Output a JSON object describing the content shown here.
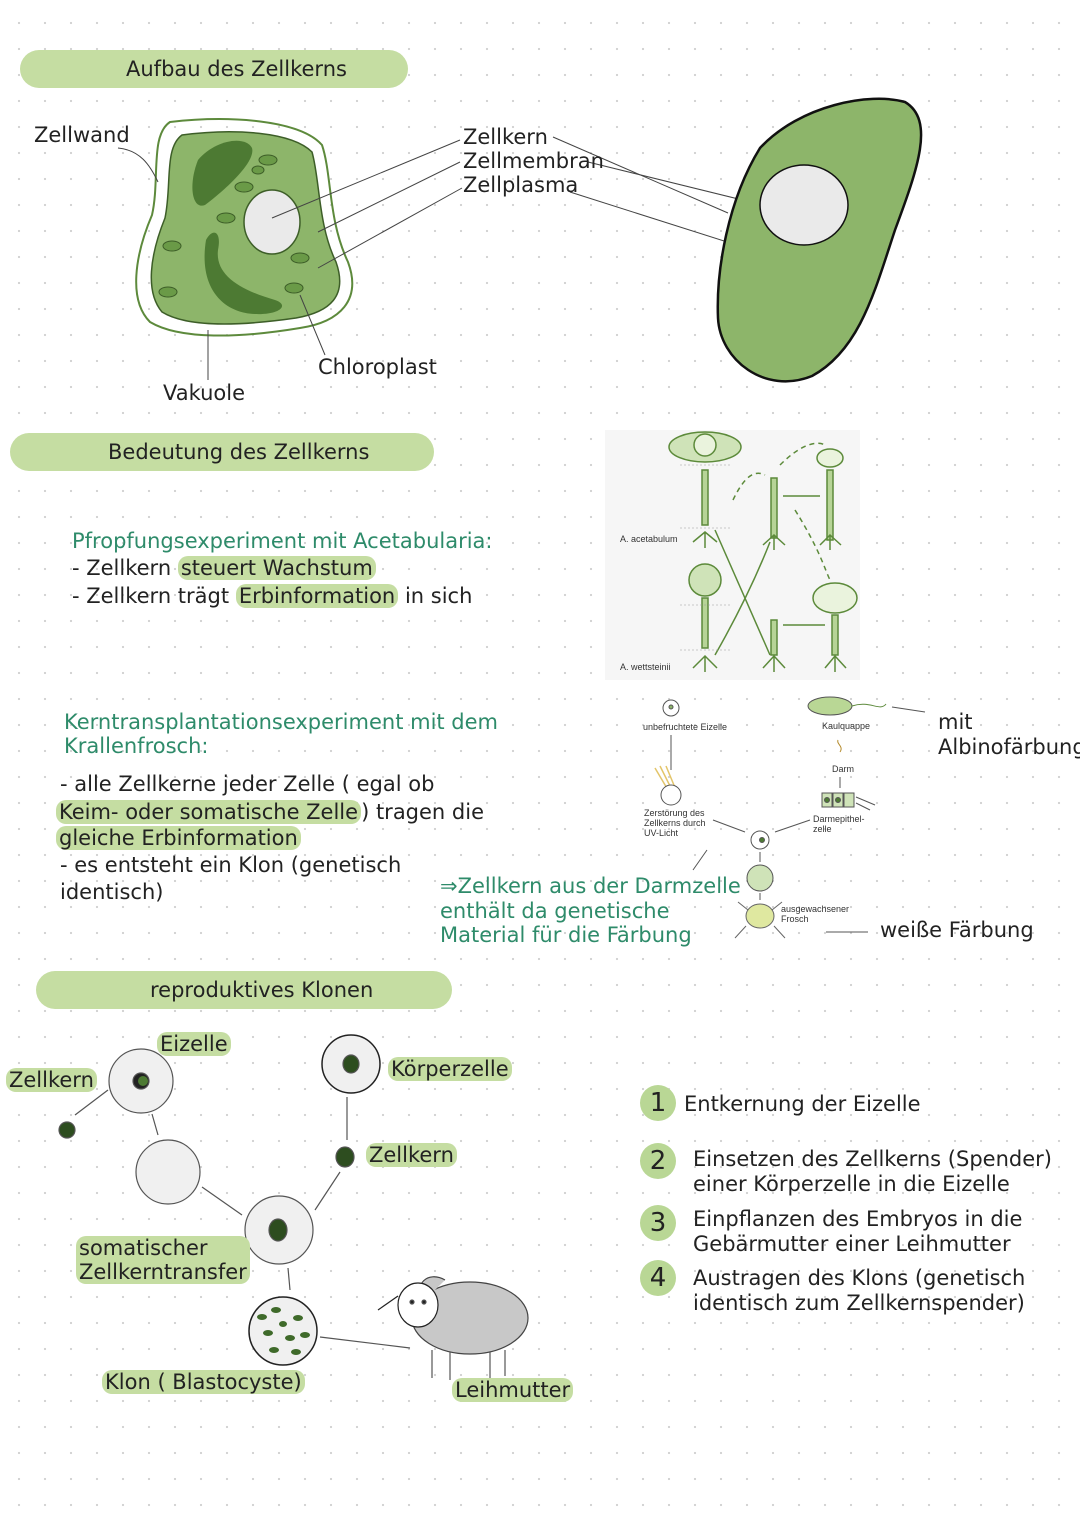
{
  "section1": {
    "title": "Aufbau des Zellkerns",
    "labels": {
      "zellwand": "Zellwand",
      "zellkern": "Zellkern",
      "zellmembran": "Zellmembran",
      "zellplasma": "Zellplasma",
      "chloroplast": "Chloroplast",
      "vakuole": "Vakuole"
    }
  },
  "section2": {
    "title": "Bedeutung des Zellkerns",
    "pfropf": {
      "heading": "Pfropfungsexperiment mit Acetabularia:",
      "line1_prefix": "- Zellkern",
      "line1_hl": "steuert Wachstum",
      "line2_prefix": "- Zellkern trägt",
      "line2_hl": "Erbinformation",
      "line2_suffix": "in sich"
    },
    "acetabularia_labels": {
      "a": "A. acetabulum",
      "b": "A. wettsteinii"
    },
    "kern": {
      "heading1": "Kerntransplantationsexperiment mit dem",
      "heading2": "Krallenfrosch:",
      "l1": "- alle Zellkerne jeder Zelle ( egal ob",
      "l2_hl": "Keim- oder somatische Zelle",
      "l2_rest": ") tragen die",
      "l3_hl": "gleiche Erbinformation",
      "l4": "- es entsteht ein Klon (genetisch",
      "l5": "identisch)"
    },
    "frog_labels": {
      "eizelle": "unbefruchtete Eizelle",
      "zerstoerung": "Zerstörung des\nZellkerns durch\nUV-Licht",
      "kaulquappe": "Kaulquappe",
      "darm": "Darm",
      "darmepithel": "Darmepithel-\nzelle",
      "frosch": "ausgewachsener\nFrosch"
    },
    "albino": "mit\nAlbinofärbung",
    "weiss": "weiße Färbung",
    "conclusion": "⇒Zellkern aus der Darmzelle\nenthält da genetische\nMaterial für die Färbung"
  },
  "section3": {
    "title": "reproduktives Klonen",
    "labels": {
      "eizelle": "Eizelle",
      "zellkern_left": "Zellkern",
      "koerperzelle": "Körperzelle",
      "zellkern_right": "Zellkern",
      "transfer": "somatischer\nZellkerntransfer",
      "klon": "Klon ( Blastocyste)",
      "leihmutter": "Leihmutter"
    },
    "steps": [
      {
        "n": "1",
        "text": "Entkernung der Eizelle"
      },
      {
        "n": "2",
        "text": "Einsetzen des Zellkerns (Spender)\neiner Körperzelle in die Eizelle"
      },
      {
        "n": "3",
        "text": "Einpflanzen des Embryos in die\nGebärmutter einer Leihmutter"
      },
      {
        "n": "4",
        "text": "Austragen des Klons (genetisch\nidentisch zum Zellkernspender)"
      }
    ]
  },
  "colors": {
    "banner": "#c5dda2",
    "cell_green": "#8db56a",
    "dark_green": "#4d7a33",
    "heading_green": "#2e8b6a"
  }
}
